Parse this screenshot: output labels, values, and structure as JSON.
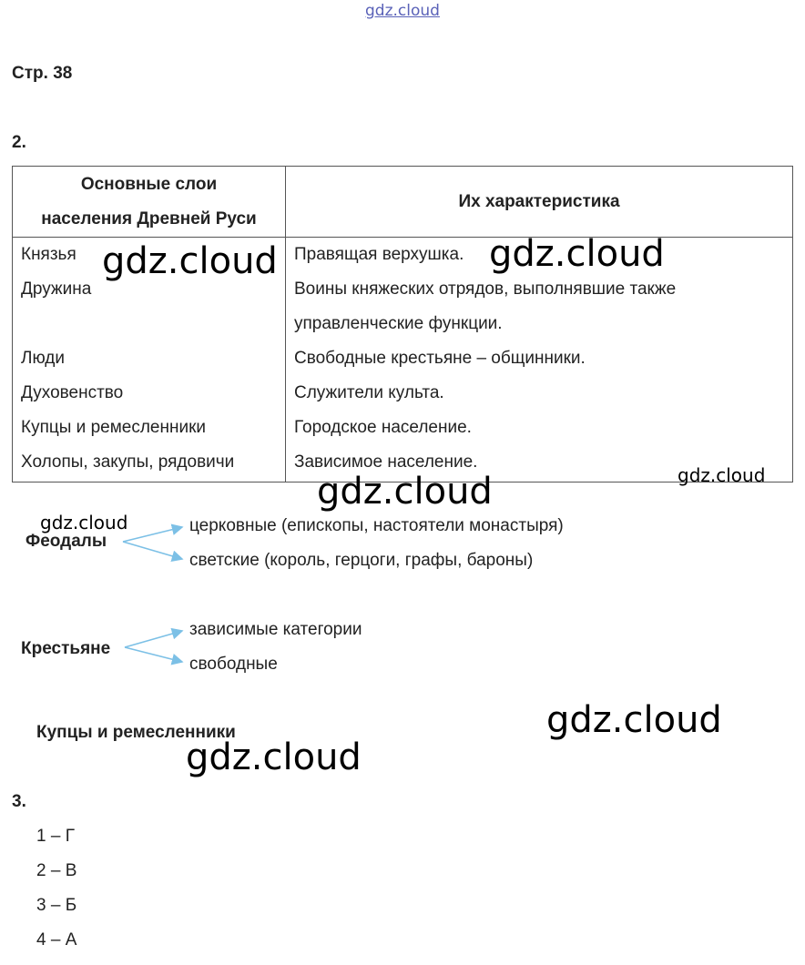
{
  "watermark_top": "gdz.cloud",
  "page_label": "Стр. 38",
  "task2_label": "2.",
  "table": {
    "headers": [
      "Основные слои населения Древней Руси",
      "Их характеристика"
    ],
    "header_col1_lines": [
      "Основные слои",
      "населения Древней Руси"
    ],
    "rows": [
      {
        "layer": "Князья",
        "desc": [
          "Правящая верхушка."
        ]
      },
      {
        "layer": "Дружина",
        "desc": [
          "Воины княжеских отрядов, выполнявшие также",
          "управленческие функции."
        ]
      },
      {
        "layer": "Люди",
        "desc": [
          "Свободные крестьяне – общинники."
        ]
      },
      {
        "layer": "Духовенство",
        "desc": [
          "Служители культа."
        ]
      },
      {
        "layer": "Купцы и ремесленники",
        "desc": [
          "Городское население."
        ]
      },
      {
        "layer": "Холопы, закупы, рядовичи",
        "desc": [
          "Зависимое население."
        ]
      }
    ]
  },
  "feudals": {
    "label": "Феодалы",
    "branches": [
      "церковные (епископы, настоятели монастыря)",
      "светские (король, герцоги, графы, бароны)"
    ]
  },
  "peasants": {
    "label": "Крестьяне",
    "branches": [
      "зависимые категории",
      "свободные"
    ]
  },
  "merchants_label": "Купцы и ремесленники",
  "task3": {
    "label": "3.",
    "answers": [
      "1 – Г",
      "2 – В",
      "3 – Б",
      "4 – А"
    ]
  },
  "watermark": "gdz.cloud",
  "colors": {
    "arrow": "#7cc0e6",
    "border": "#555555"
  }
}
